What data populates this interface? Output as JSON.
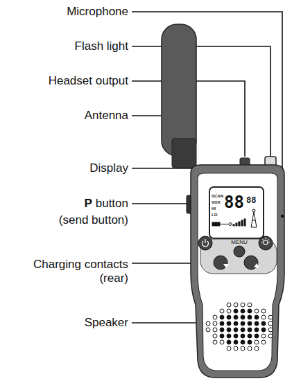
{
  "diagram": {
    "labels": [
      "Microphone",
      "Flash light",
      "Headset output",
      "Antenna",
      "Display",
      "P",
      "button",
      "(send button)",
      "Charging contacts (rear)",
      "Speaker",
      "SCAN",
      "VOX",
      "HI",
      "LO",
      "88",
      "88",
      "MENU"
    ]
  }
}
